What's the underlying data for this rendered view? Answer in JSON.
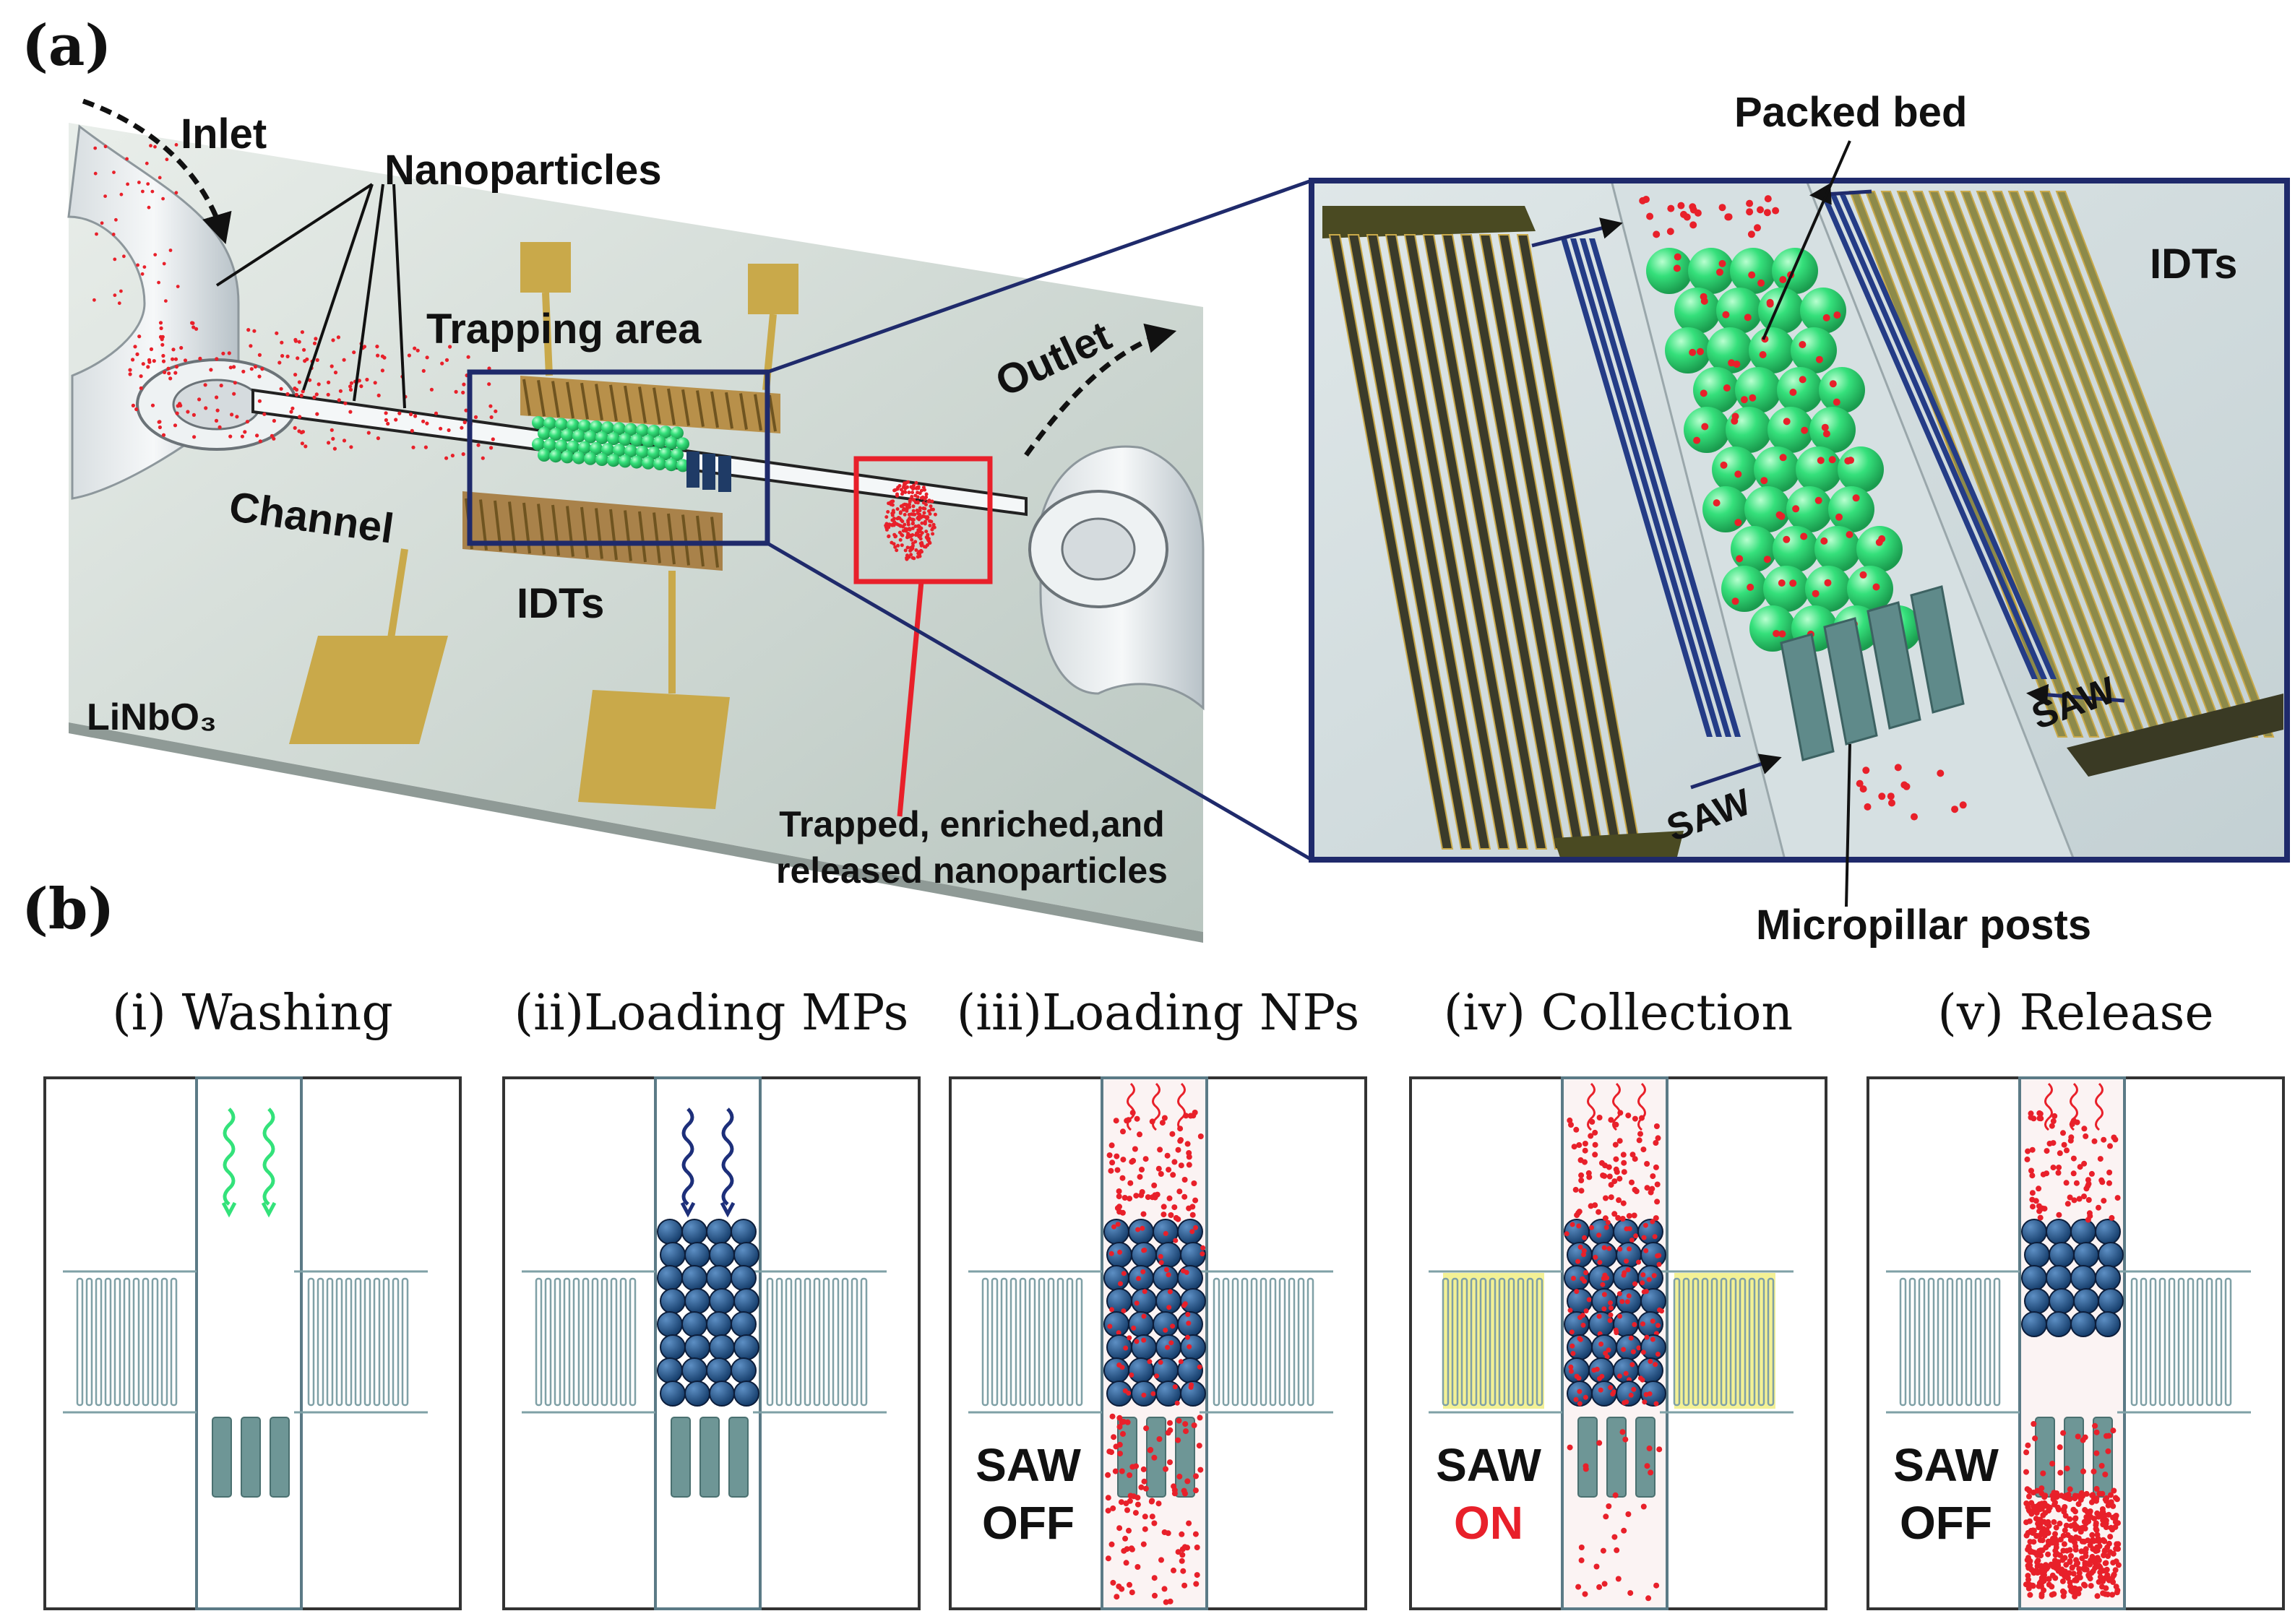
{
  "panel_a": {
    "label": "(a)",
    "inlet": "Inlet",
    "nanoparticles": "Nanoparticles",
    "trapping_area": "Trapping area",
    "outlet": "Outlet",
    "channel": "Channel",
    "idts": "IDTs",
    "substrate": "LiNbO₃",
    "trapped_line1": "Trapped, enriched,and",
    "trapped_line2": "released nanoparticles",
    "inset": {
      "packed_bed": "Packed bed",
      "idts": "IDTs",
      "saw_left": "SAW",
      "saw_right": "SAW",
      "micropillar": "Micropillar posts"
    }
  },
  "panel_b": {
    "label": "(b)",
    "steps": [
      {
        "title": "(i) Washing",
        "saw_line1": "",
        "saw_line2": ""
      },
      {
        "title": "(ii)Loading MPs",
        "saw_line1": "",
        "saw_line2": ""
      },
      {
        "title": "(iii)Loading NPs",
        "saw_line1": "SAW",
        "saw_line2": "OFF"
      },
      {
        "title": "(iv) Collection",
        "saw_line1": "SAW",
        "saw_line2": "ON"
      },
      {
        "title": "(v) Release",
        "saw_line1": "SAW",
        "saw_line2": "OFF"
      }
    ]
  },
  "colors": {
    "accent_red": "#e8202a",
    "frame_navy": "#1f2a6b",
    "bead_green": "#33e27a",
    "bead_blue": "#1d4f86",
    "gold": "#c9a94a",
    "saw_on_yellow": "#f0ee7a"
  }
}
